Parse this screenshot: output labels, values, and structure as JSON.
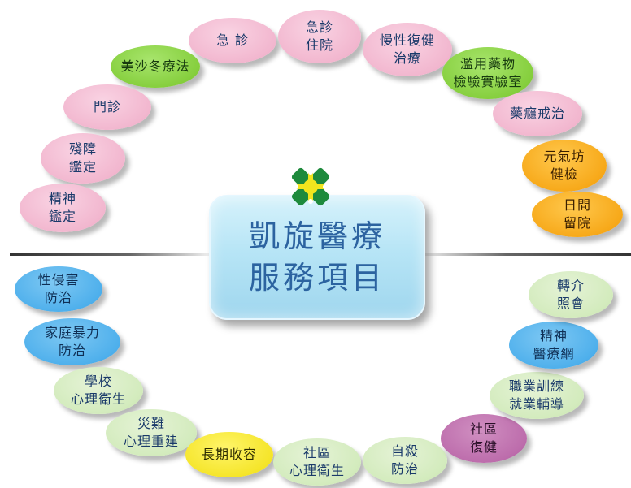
{
  "center": {
    "title": "凱旋醫療\n服務項目"
  },
  "logo": {
    "icon": "kaohsiung-kaixuan-hospital-logo-icon",
    "colors": [
      "#1e8a3c",
      "#f2e51e"
    ]
  },
  "services": [
    {
      "label": "急 診",
      "color": "pink"
    },
    {
      "label": "急診\n住院",
      "color": "pink"
    },
    {
      "label": "慢性復健\n治療",
      "color": "pink"
    },
    {
      "label": "濫用藥物\n檢驗實驗室",
      "color": "green"
    },
    {
      "label": "藥癮戒治",
      "color": "pink"
    },
    {
      "label": "元氣坊\n健檢",
      "color": "orange"
    },
    {
      "label": "日間\n留院",
      "color": "orange"
    },
    {
      "label": "美沙冬療法",
      "color": "green"
    },
    {
      "label": "門診",
      "color": "pink"
    },
    {
      "label": "殘障\n鑑定",
      "color": "pink"
    },
    {
      "label": "精神\n鑑定",
      "color": "pink"
    },
    {
      "label": "性侵害\n防治",
      "color": "blue"
    },
    {
      "label": "家庭暴力\n防治",
      "color": "blue"
    },
    {
      "label": "學校\n心理衛生",
      "color": "lgreen"
    },
    {
      "label": "災難\n心理重建",
      "color": "lgreen"
    },
    {
      "label": "長期收容",
      "color": "yellow"
    },
    {
      "label": "社區\n心理衛生",
      "color": "lgreen"
    },
    {
      "label": "自殺\n防治",
      "color": "lgreen"
    },
    {
      "label": "社區\n復健",
      "color": "purple"
    },
    {
      "label": "職業訓練\n就業輔導",
      "color": "lgreen"
    },
    {
      "label": "精神\n醫療網",
      "color": "blue"
    },
    {
      "label": "轉介\n照會",
      "color": "lgreen"
    }
  ]
}
